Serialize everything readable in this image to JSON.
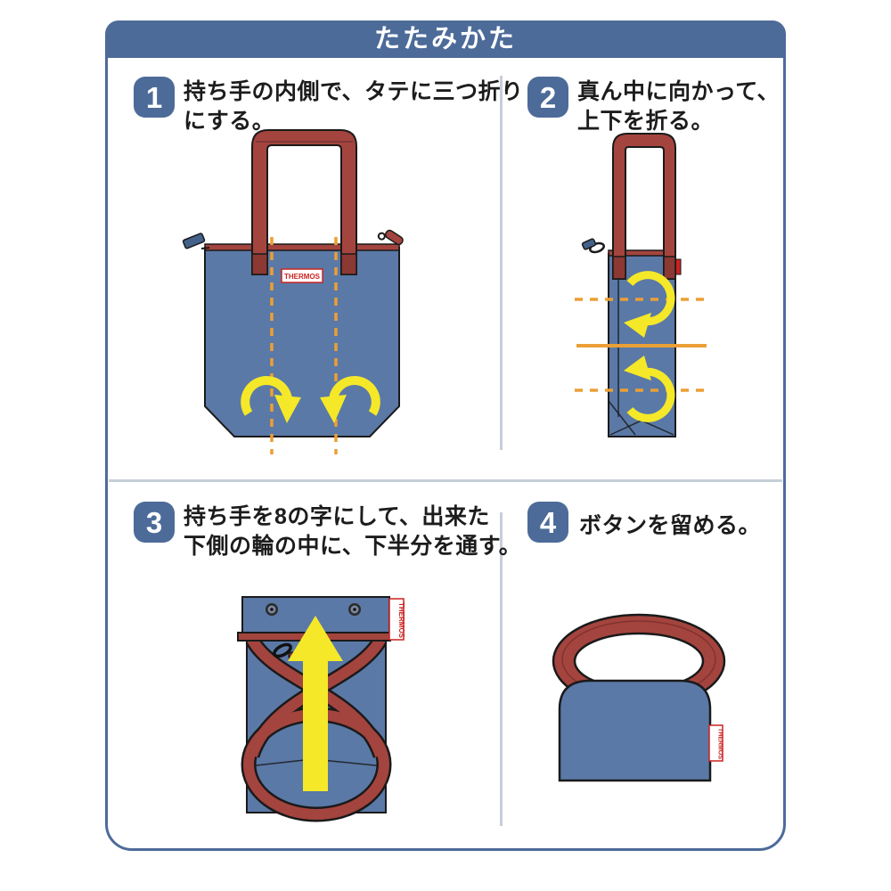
{
  "title": "たたみかた",
  "logo": "THERMOS",
  "colors": {
    "frame": "#4d6b99",
    "divider": "#c6cfd8",
    "bag_blue": "#5a79a7",
    "strap_red": "#a4443e",
    "strap_dark": "#8c3833",
    "arrow_yellow": "#f5e829",
    "guide_orange": "#eb9f35",
    "logo_red": "#cc2222",
    "outline": "#1a1a1a",
    "text_black": "#1c1c1c"
  },
  "steps": [
    {
      "number": "1",
      "lines": [
        "持ち手の内側で、タテに三つ折り",
        "にする。"
      ]
    },
    {
      "number": "2",
      "lines": [
        "真ん中に向かって、",
        "上下を折る。"
      ]
    },
    {
      "number": "3",
      "lines": [
        "持ち手を8の字にして、出来た",
        "下側の輪の中に、下半分を通す。"
      ]
    },
    {
      "number": "4",
      "lines": [
        "ボタンを留める。"
      ]
    }
  ]
}
